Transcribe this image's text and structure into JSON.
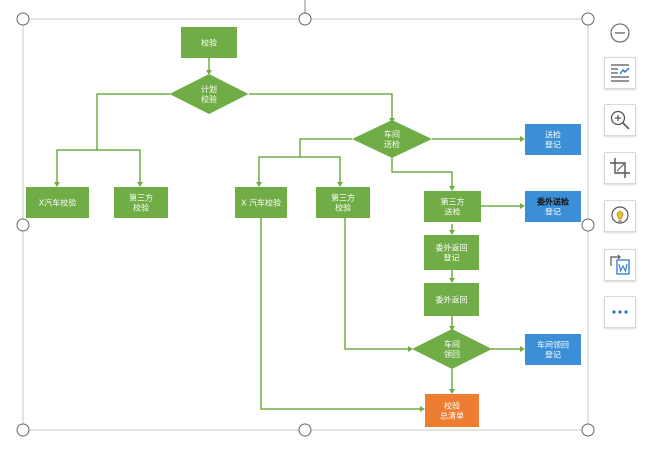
{
  "diagram": {
    "nodes": [
      {
        "id": "n1",
        "lines": [
          "校验"
        ],
        "color": "#70ad47"
      },
      {
        "id": "n2",
        "lines": [
          "计划",
          "校验"
        ],
        "color": "#70ad47"
      },
      {
        "id": "n3",
        "lines": [
          "X汽车校验"
        ],
        "color": "#70ad47"
      },
      {
        "id": "n4",
        "lines": [
          "第三方",
          "校验"
        ],
        "color": "#70ad47"
      },
      {
        "id": "n5",
        "lines": [
          "车间",
          "送检"
        ],
        "color": "#70ad47"
      },
      {
        "id": "n6",
        "lines": [
          "送检",
          "登记"
        ],
        "color": "#3a8fd6"
      },
      {
        "id": "n7",
        "lines": [
          "X  汽车校验"
        ],
        "color": "#70ad47"
      },
      {
        "id": "n8",
        "lines": [
          "第三方",
          "校验"
        ],
        "color": "#70ad47"
      },
      {
        "id": "n9",
        "lines": [
          "第三方",
          "送检"
        ],
        "color": "#70ad47"
      },
      {
        "id": "n10",
        "lines": [
          "委外送检",
          "登记"
        ],
        "color": "#3a8fd6"
      },
      {
        "id": "n11",
        "lines": [
          "委外返回",
          "登记"
        ],
        "color": "#70ad47"
      },
      {
        "id": "n12",
        "lines": [
          "委外返回"
        ],
        "color": "#70ad47"
      },
      {
        "id": "n13",
        "lines": [
          "车间",
          "领回"
        ],
        "color": "#70ad47"
      },
      {
        "id": "n14",
        "lines": [
          "车间领回",
          "登记"
        ],
        "color": "#3a8fd6"
      },
      {
        "id": "n15",
        "lines": [
          "校验",
          "总清单"
        ],
        "color": "#ed7d31"
      }
    ]
  },
  "toolbar": {
    "collapse_icon": "minus-circle-icon",
    "buttons": [
      {
        "name": "layout-options-button",
        "icon": "layout-options-icon"
      },
      {
        "name": "zoom-in-button",
        "icon": "zoom-in-icon"
      },
      {
        "name": "crop-button",
        "icon": "crop-icon"
      },
      {
        "name": "ideas-button",
        "icon": "lightbulb-icon"
      },
      {
        "name": "convert-to-word-button",
        "icon": "word-convert-icon"
      },
      {
        "name": "more-button",
        "icon": "more-icon"
      }
    ]
  },
  "colors": {
    "green": "#70ad47",
    "blue": "#3a8fd6",
    "orange": "#ed7d31",
    "connector": "#70ad47",
    "handle": "#666666"
  }
}
